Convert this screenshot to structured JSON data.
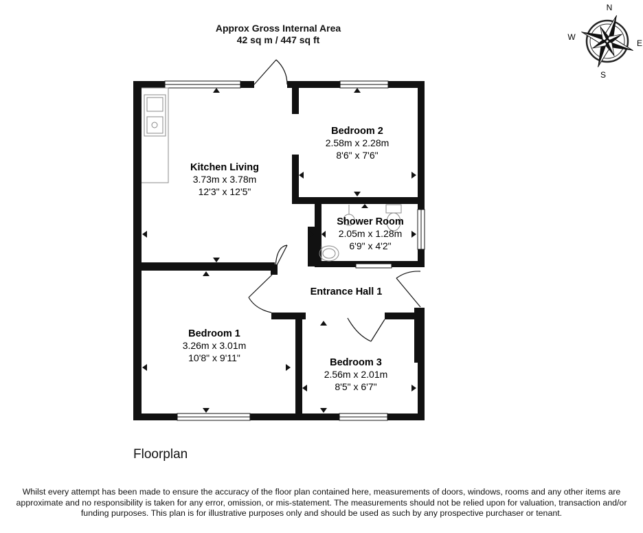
{
  "header": {
    "area_title": "Approx Gross Internal Area",
    "area_value": "42 sq m / 447 sq ft"
  },
  "compass": {
    "n": "N",
    "e": "E",
    "s": "S",
    "w": "W"
  },
  "rooms": {
    "kitchen": {
      "name": "Kitchen Living",
      "metric": "3.73m x 3.78m",
      "imperial": "12'3\" x 12'5\""
    },
    "bedroom2": {
      "name": "Bedroom 2",
      "metric": "2.58m x 2.28m",
      "imperial": "8'6\" x 7'6\""
    },
    "shower": {
      "name": "Shower Room",
      "metric": "2.05m x 1.28m",
      "imperial": "6'9\" x 4'2\""
    },
    "hall": {
      "name": "Entrance Hall 1"
    },
    "bedroom1": {
      "name": "Bedroom 1",
      "metric": "3.26m x 3.01m",
      "imperial": "10'8\" x 9'11\""
    },
    "bedroom3": {
      "name": "Bedroom 3",
      "metric": "2.56m x 2.01m",
      "imperial": "8'5\" x 6'7\""
    }
  },
  "caption": "Floorplan",
  "disclaimer": "Whilst every attempt has been made to ensure the accuracy of the floor plan contained here, measurements of doors, windows, rooms and any other items are approximate and no responsibility is taken for any error, omission, or mis-statement. The measurements should not be relied upon for valuation, transaction and/or funding purposes. This plan is for illustrative purposes only and should be used as such by any prospective purchaser or tenant."
}
